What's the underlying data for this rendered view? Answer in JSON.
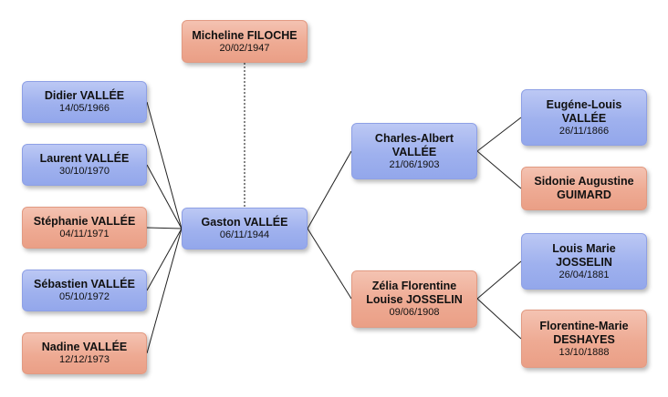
{
  "colors": {
    "male": "#9fb1ee",
    "female": "#eeaa93",
    "line": "#222222"
  },
  "spouse": {
    "name": "Micheline FILOCHE",
    "date": "20/02/1947"
  },
  "children": [
    {
      "name": "Didier VALLÉE",
      "date": "14/05/1966"
    },
    {
      "name": "Laurent VALLÉE",
      "date": "30/10/1970"
    },
    {
      "name": "Stéphanie VALLÉE",
      "date": "04/11/1971"
    },
    {
      "name": "Sébastien VALLÉE",
      "date": "05/10/1972"
    },
    {
      "name": "Nadine VALLÉE",
      "date": "12/12/1973"
    }
  ],
  "root": {
    "name": "Gaston VALLÉE",
    "date": "06/11/1944"
  },
  "parents": {
    "father": {
      "name": "Charles-Albert VALLÉE",
      "date": "21/06/1903"
    },
    "mother": {
      "name": "Zélia Florentine Louise JOSSELIN",
      "date": "09/06/1908"
    }
  },
  "grandparents": {
    "paternal_grandfather": {
      "name": "Eugéne-Louis VALLÉE",
      "date": "26/11/1866"
    },
    "paternal_grandmother": {
      "name": "Sidonie Augustine GUIMARD",
      "date": ""
    },
    "maternal_grandfather": {
      "name": "Louis Marie JOSSELIN",
      "date": "26/04/1881"
    },
    "maternal_grandmother": {
      "name": "Florentine-Marie DESHAYES",
      "date": "13/10/1888"
    }
  }
}
